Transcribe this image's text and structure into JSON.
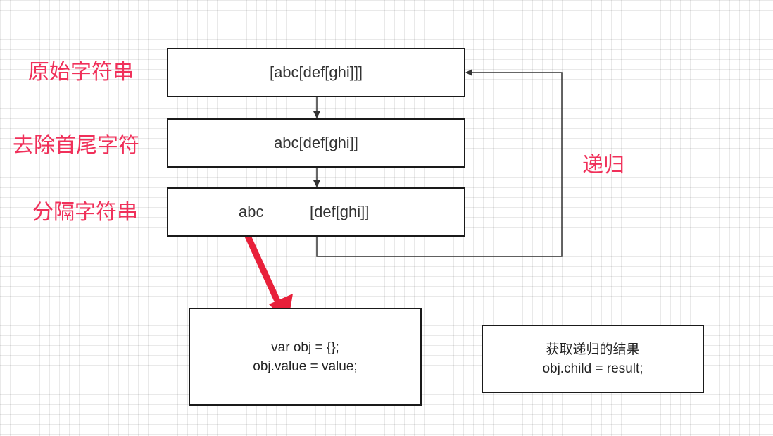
{
  "labels": {
    "original": "原始字符串",
    "trim": "去除首尾字符",
    "split": "分隔字符串",
    "recursion": "递归"
  },
  "boxes": {
    "original": "[abc[def[ghi]]]",
    "trimmed": "abc[def[ghi]]",
    "split_left": "abc",
    "split_right": "[def[ghi]]"
  },
  "code_left": {
    "line1": "var obj = {};",
    "line2": "obj.value = value;"
  },
  "code_right": {
    "line1": "获取递归的结果",
    "line2": "obj.child = result;"
  },
  "colors": {
    "label": "#f0305a",
    "red_arrow": "#e8203a",
    "line": "#333333"
  }
}
